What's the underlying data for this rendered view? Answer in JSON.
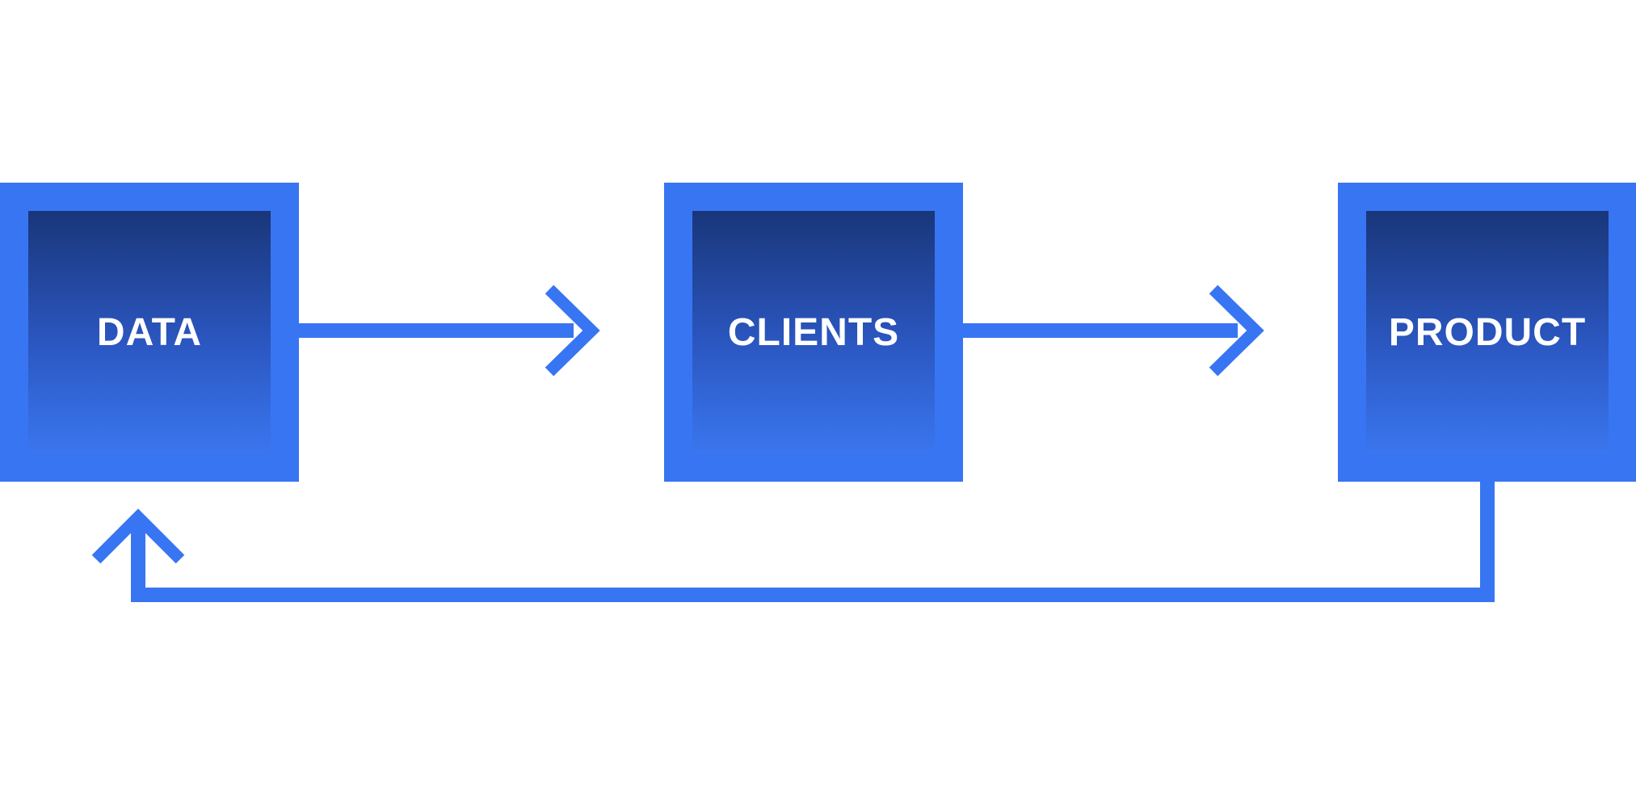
{
  "nodes": [
    {
      "label": "DATA"
    },
    {
      "label": "CLIENTS"
    },
    {
      "label": "PRODUCT"
    }
  ],
  "colors": {
    "accent": "#3875f2",
    "gradient_top": "#19367a",
    "gradient_bottom": "#3a76ef",
    "label": "#ffffff",
    "background": "#ffffff"
  },
  "edges": [
    {
      "from": "DATA",
      "to": "CLIENTS"
    },
    {
      "from": "CLIENTS",
      "to": "PRODUCT"
    },
    {
      "from": "PRODUCT",
      "to": "DATA"
    }
  ]
}
